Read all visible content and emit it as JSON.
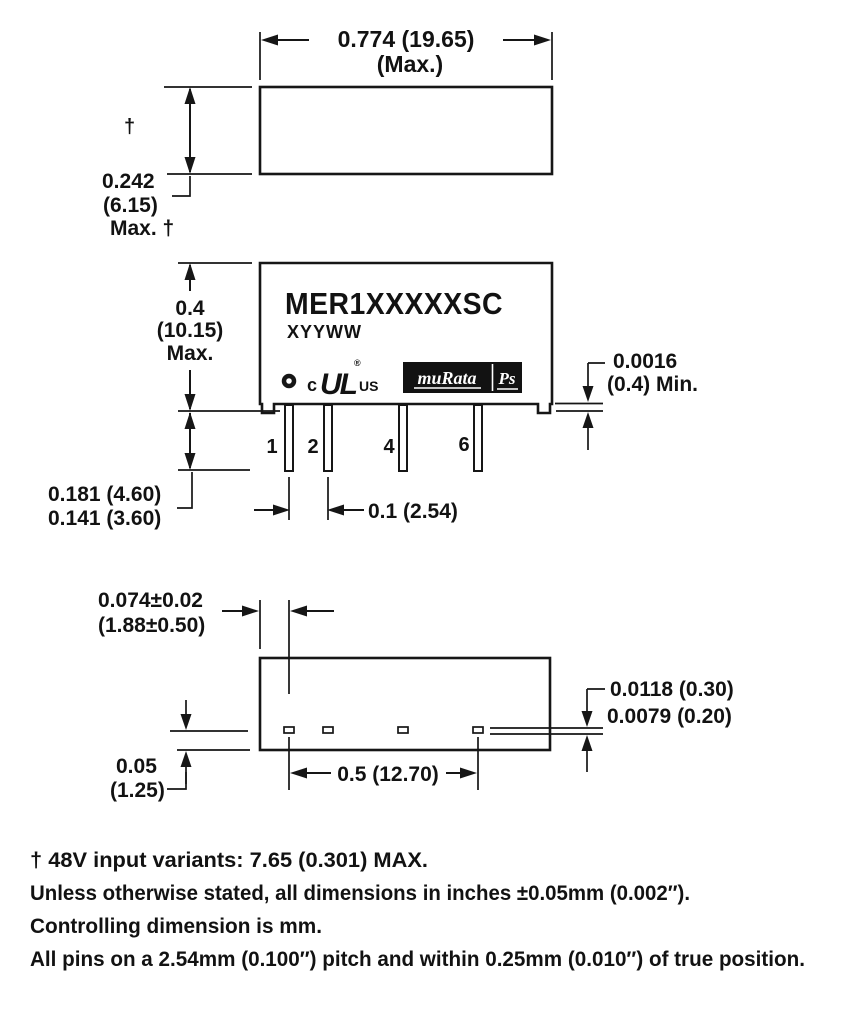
{
  "drawing": {
    "colors": {
      "ink": "#161616",
      "paper": "#ffffff"
    },
    "top_view": {
      "dim_width": "0.774 (19.65)",
      "dim_width_max": "(Max.)",
      "dagger": "†",
      "dim_height_value": "0.242",
      "dim_height_mm": "(6.15)",
      "dim_height_max": "Max. †"
    },
    "front_view": {
      "part_number": "MER1XXXXXSC",
      "date_code": "XYYWW",
      "ul_mark": {
        "c": "c",
        "ul": "UL",
        "reg": "®",
        "us": "US"
      },
      "logo": {
        "murata": "muRata",
        "ps": "Ps"
      },
      "dim_body_height_value": "0.4",
      "dim_body_height_mm": "(10.15)",
      "dim_body_height_max": "Max.",
      "dim_standoff_value": "0.0016",
      "dim_standoff_mm": "(0.4) Min.",
      "pin_labels": [
        "1",
        "2",
        "4",
        "6"
      ],
      "dim_pin_length_max": "0.181 (4.60)",
      "dim_pin_length_min": "0.141 (3.60)",
      "dim_pitch": "0.1 (2.54)"
    },
    "bottom_view": {
      "dim_offset_value": "0.074±0.02",
      "dim_offset_mm": "(1.88±0.50)",
      "dim_pin_thickness_max": "0.0118 (0.30)",
      "dim_pin_thickness_min": "0.0079 (0.20)",
      "dim_edge_value": "0.05",
      "dim_edge_mm": "(1.25)",
      "dim_span": "0.5 (12.70)"
    },
    "notes": [
      "† 48V input variants: 7.65 (0.301) MAX.",
      "Unless otherwise stated, all dimensions in inches ±0.05mm (0.002″).",
      "Controlling dimension is mm.",
      "All pins on a 2.54mm (0.100″) pitch and within 0.25mm (0.010″) of true position."
    ]
  }
}
